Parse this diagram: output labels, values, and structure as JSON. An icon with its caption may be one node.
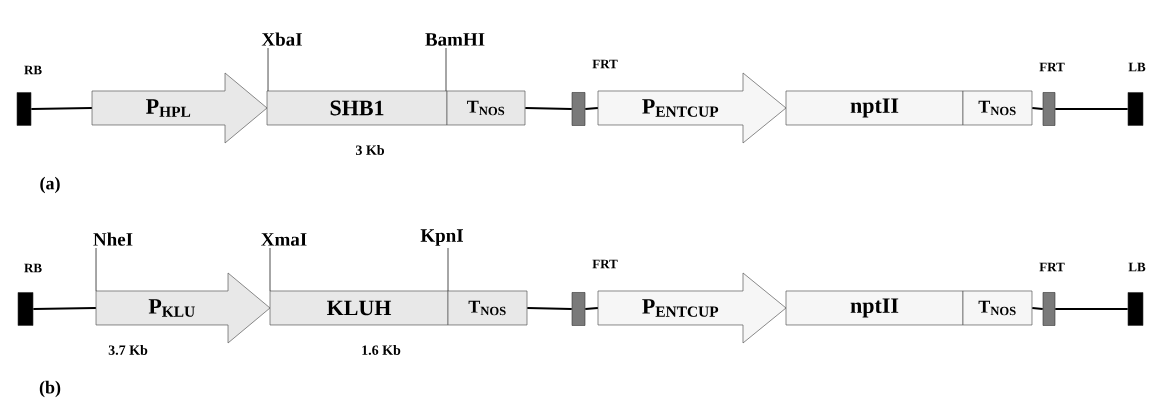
{
  "diagram": {
    "nodes": [
      {
        "text": [],
        "shape": "bar",
        "beside": [
          "RB"
        ]
      },
      {
        "text": [
          "P$_{HPL}$"
        ]
      },
      {
        "text": [
          "XbaI"
        ]
      },
      {
        "text": [
          "SHB1"
        ],
        "beside": [
          "3 Kb"
        ]
      },
      {
        "text": [
          "BamHI"
        ]
      },
      {
        "text": [
          "T$_{NOS}$"
        ]
      },
      {
        "text": [],
        "shape": "bar"
      },
      {
        "text": [
          "P$_{ENTCUP}$"
        ]
      },
      {
        "text": [
          "nptII"
        ]
      },
      {
        "text": [
          "T$_{NOS}$"
        ]
      },
      {
        "text": [],
        "shape": "bar",
        "beside": [
          "FRT"
        ]
      },
      {
        "text": [],
        "shape": "bar",
        "beside": [
          "LB"
        ]
      },
      {
        "text": [],
        "shape": "bar",
        "beside": [
          "RB"
        ]
      },
      {
        "text": [
          "NheI"
        ]
      },
      {
        "text": [
          "P$_{KLU}$"
        ],
        "beside": [
          "3.7 Kb"
        ]
      },
      {
        "text": [
          "XmaI"
        ]
      },
      {
        "text": [
          "KLUH"
        ],
        "beside": [
          "1.6 Kb"
        ]
      },
      {
        "text": [
          "KpnI"
        ]
      },
      {
        "text": [
          "T$_{NOS}$"
        ]
      },
      {
        "text": [],
        "shape": "bar"
      },
      {
        "text": [
          "P$_{ENTCUP}$"
        ]
      },
      {
        "text": [
          "nptII"
        ]
      },
      {
        "text": [
          "T$_{NOS}$"
        ]
      },
      {
        "text": [],
        "shape": "bar",
        "beside": [
          "FRT"
        ]
      },
      {
        "text": [],
        "shape": "bar",
        "beside": [
          "LB"
        ]
      }
    ],
    "edges": [
      {
        "from": 0,
        "to": 1,
        "arrow": "none"
      },
      {
        "from": 2,
        "to": 3,
        "arrow": "none"
      },
      {
        "from": 4,
        "to": 5,
        "arrow": "none"
      },
      {
        "from": 5,
        "to": 6,
        "arrow": "none"
      },
      {
        "from": 6,
        "to": 7,
        "arrow": "none"
      },
      {
        "from": 9,
        "to": 10,
        "arrow": "none"
      },
      {
        "from": 10,
        "to": 11,
        "arrow": "none"
      },
      {
        "from": 12,
        "to": 14,
        "arrow": "none"
      },
      {
        "from": 13,
        "to": 14,
        "arrow": "none"
      },
      {
        "from": 15,
        "to": 16,
        "arrow": "none"
      },
      {
        "from": 17,
        "to": 18,
        "arrow": "none"
      },
      {
        "from": 18,
        "to": 19,
        "arrow": "none"
      },
      {
        "from": 19,
        "to": 20,
        "arrow": "none"
      },
      {
        "from": 22,
        "to": 23,
        "arrow": "none"
      },
      {
        "from": 23,
        "to": 24,
        "arrow": "none"
      }
    ],
    "labels": [
      "FRT",
      "(a)",
      "FRT",
      "(b)"
    ]
  }
}
